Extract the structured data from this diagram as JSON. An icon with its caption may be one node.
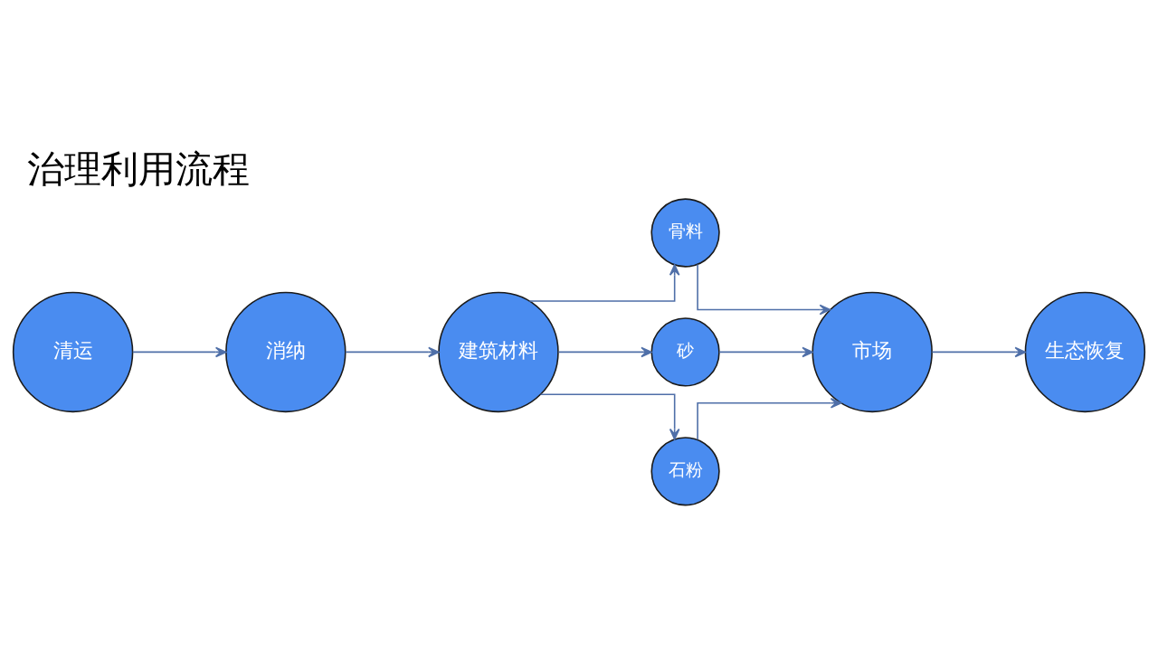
{
  "diagram": {
    "title": "治理利用流程",
    "nodes": [
      {
        "text": [
          "清运"
        ]
      },
      {
        "text": [
          "消纳"
        ]
      },
      {
        "text": [
          "建筑材料"
        ]
      },
      {
        "text": [
          "骨料"
        ]
      },
      {
        "text": [
          "砂"
        ]
      },
      {
        "text": [
          "石粉"
        ]
      },
      {
        "text": [
          "市场"
        ]
      },
      {
        "text": [
          "生态恢复"
        ]
      }
    ],
    "edges": [
      {
        "from": 0,
        "to": 1,
        "arrow": "to"
      },
      {
        "from": 1,
        "to": 2,
        "arrow": "to"
      },
      {
        "from": 2,
        "to": 3,
        "arrow": "to"
      },
      {
        "from": 2,
        "to": 4,
        "arrow": "to"
      },
      {
        "from": 2,
        "to": 5,
        "arrow": "to"
      },
      {
        "from": 3,
        "to": 6,
        "arrow": "to"
      },
      {
        "from": 4,
        "to": 6,
        "arrow": "to"
      },
      {
        "from": 5,
        "to": 6,
        "arrow": "to"
      },
      {
        "from": 6,
        "to": 7,
        "arrow": "to"
      }
    ]
  }
}
